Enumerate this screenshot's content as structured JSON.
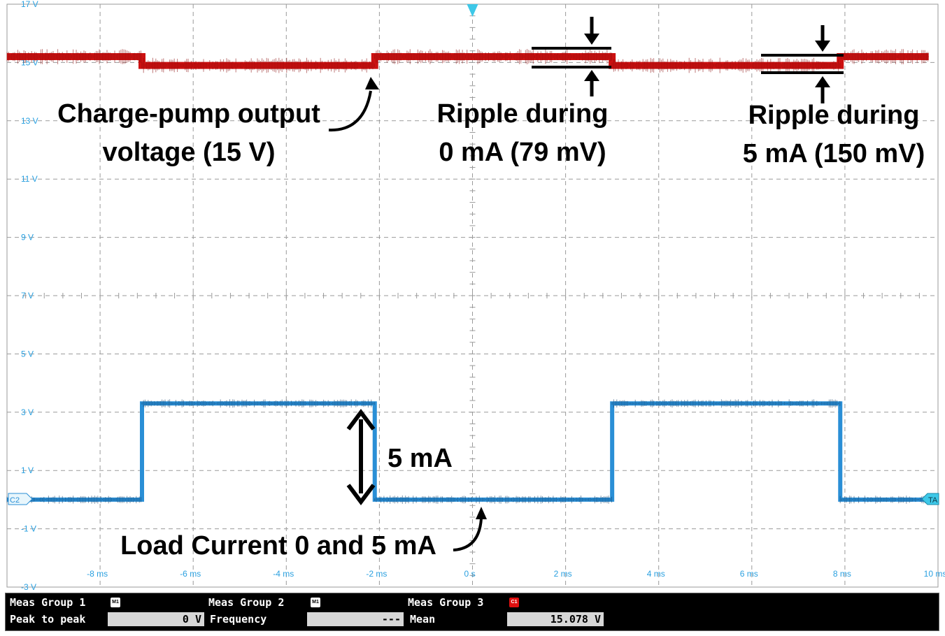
{
  "chart_data": {
    "type": "line",
    "title": "",
    "xlabel": "",
    "ylabel": "",
    "xlim": [
      -10,
      10
    ],
    "ylim": [
      -3,
      17
    ],
    "x_ticks": [
      "-8 ms",
      "-6 ms",
      "-4 ms",
      "-2 ms",
      "0 s",
      "2 ms",
      "4 ms",
      "6 ms",
      "8 ms",
      "10 ms"
    ],
    "y_ticks": [
      "17 V",
      "15 V",
      "13 V",
      "11 V",
      "9 V",
      "7 V",
      "5 V",
      "3 V",
      "1 V",
      "-1 V",
      "-3 V"
    ],
    "grid": true,
    "series": [
      {
        "channel": "C1",
        "color": "#cc1111",
        "x": [
          -10,
          -7.1,
          -7.1,
          -2.1,
          -2.1,
          3.0,
          3.0,
          7.9,
          7.9,
          9.8
        ],
        "y": [
          15.2,
          15.2,
          14.9,
          14.9,
          15.2,
          15.2,
          14.9,
          14.9,
          15.2,
          15.2
        ]
      },
      {
        "channel": "C2",
        "color": "#2a8fd6",
        "x": [
          -10,
          -7.1,
          -7.1,
          -2.1,
          -2.1,
          3.0,
          3.0,
          7.9,
          7.9,
          9.8
        ],
        "y": [
          0.0,
          0.0,
          3.3,
          3.3,
          0.0,
          0.0,
          3.3,
          3.3,
          0.0,
          0.0
        ]
      }
    ],
    "markers": {
      "channel2": "C2",
      "trigger": "TA"
    },
    "annotations": {
      "output_voltage": [
        "Charge-pump output",
        "voltage (15 V)"
      ],
      "ripple_0ma": [
        "Ripple during",
        "0 mA (79 mV)"
      ],
      "ripple_5ma": [
        "Ripple during",
        "5 mA (150 mV)"
      ],
      "step": "5 mA",
      "load": "Load Current 0 and 5 mA"
    }
  },
  "measurements": [
    {
      "group": "Meas Group 1",
      "badge": "M1",
      "name": "Peak to peak",
      "value": "0 V"
    },
    {
      "group": "Meas Group 2",
      "badge": "M1",
      "name": "Frequency",
      "value": "---"
    },
    {
      "group": "Meas Group 3",
      "badge": "C1",
      "name": "Mean",
      "value": "15.078 V"
    }
  ],
  "colors": {
    "c1_trace": "#cc1111",
    "c2_trace": "#2a8fd6",
    "axis_label": "#2aa0e0",
    "grid": "#9a9a9a",
    "trigger_marker": "#3ec8e8"
  }
}
